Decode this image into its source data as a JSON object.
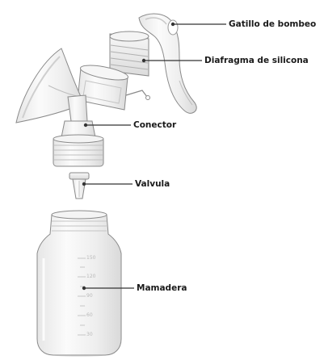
{
  "labels": {
    "trigger": "Gatillo de bombeo",
    "diaphragm": "Diafragma de silicona",
    "connector": "Conector",
    "valve": "Valvula",
    "bottle": "Mamadera"
  },
  "bottle_graduations": [
    "150",
    "120",
    "90",
    "60",
    "30"
  ],
  "colors": {
    "label_text": "#1a1a1a",
    "leader_line": "#333333",
    "plastic_outline": "#8a8a8a",
    "plastic_fill": "#f2f2f2",
    "shadow": "#d4d4d4"
  }
}
